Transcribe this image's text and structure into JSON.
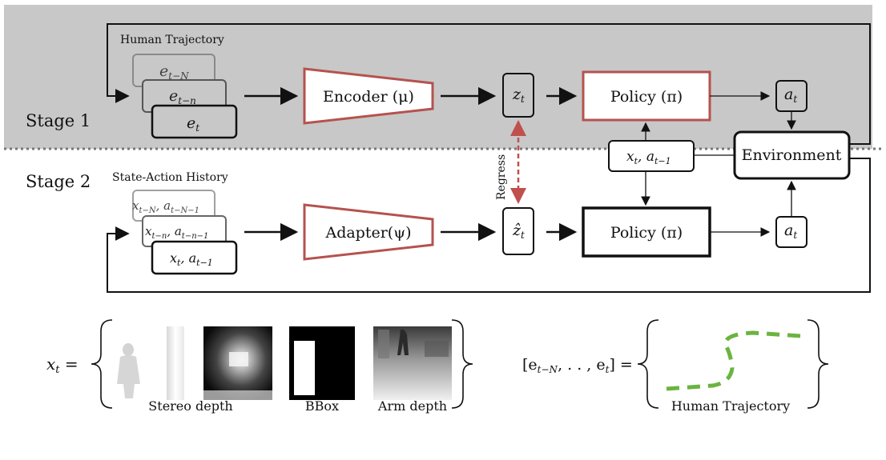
{
  "stage1": {
    "label": "Stage 1",
    "group_title": "Human Trajectory",
    "stack": [
      "e_{t-N}",
      "e_{t-n}",
      "e_t"
    ],
    "stack_display": [
      "e",
      "e",
      "e"
    ],
    "stack_sub": [
      "t−N",
      "t−n",
      "t"
    ],
    "encoder": "Encoder (μ)",
    "latent": "z",
    "latent_sub": "t",
    "policy": "Policy (π)",
    "action": "a",
    "action_sub": "t"
  },
  "stage2": {
    "label": "Stage 2",
    "group_title": "State-Action History",
    "stack_main": [
      "x",
      "x",
      "x"
    ],
    "stack_sub1": [
      "t−N",
      "t−n",
      "t"
    ],
    "stack_sep": [
      ", a",
      ", a",
      ", a"
    ],
    "stack_sub2": [
      "t−N−1",
      "t−n−1",
      "t−1"
    ],
    "adapter": "Adapter(ψ)",
    "latent": "ẑ",
    "latent_sub": "t",
    "policy": "Policy (π)",
    "action": "a",
    "action_sub": "t"
  },
  "shared": {
    "state_main": "x",
    "state_sub1": "t",
    "state_sep": ", a",
    "state_sub2": "t−1",
    "environment": "Environment",
    "regress": "Regress"
  },
  "bottom": {
    "x_label": "x",
    "x_sub": "t",
    "equals": " =",
    "obs_labels": [
      "Stereo depth",
      "BBox",
      "Arm depth"
    ],
    "traj_lhs": "[e",
    "traj_sub1": "t−N",
    "traj_mid": ", . . , e",
    "traj_sub2": "t",
    "traj_rhs": "] =",
    "traj_caption": "Human Trajectory"
  },
  "colors": {
    "stage1_bg": "#c8c8c8",
    "highlight": "#b5524e",
    "trajectory": "#6ab43f",
    "stroke": "#111111"
  }
}
